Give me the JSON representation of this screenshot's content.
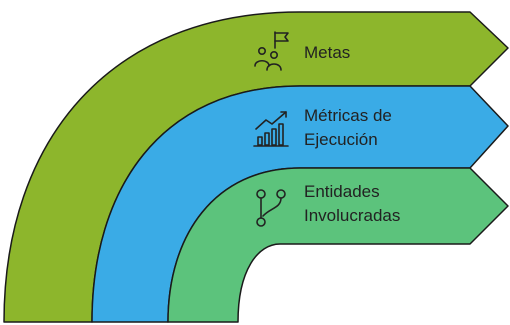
{
  "diagram": {
    "type": "stacked-arc-arrows",
    "bands": [
      {
        "key": "metas",
        "lines": [
          "Metas"
        ],
        "icon": "team-goal-flag-icon",
        "color": "#8db62c"
      },
      {
        "key": "metricas",
        "lines": [
          "Métricas de",
          "Ejecución"
        ],
        "icon": "growth-bar-chart-icon",
        "color": "#3aabe6"
      },
      {
        "key": "entidades",
        "lines": [
          "Entidades",
          "Involucradas"
        ],
        "icon": "branch-connection-icon",
        "color": "#5cc37c"
      }
    ],
    "outline_color": "#1a1a1a"
  }
}
